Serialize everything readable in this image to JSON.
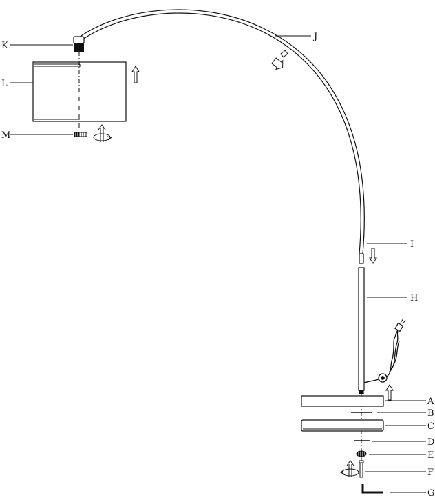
{
  "callouts": {
    "A": "A",
    "B": "B",
    "C": "C",
    "D": "D",
    "E": "E",
    "F": "F",
    "G": "G",
    "H": "H",
    "I": "I",
    "J": "J",
    "K": "K",
    "L": "L",
    "M": "M"
  },
  "icons": {
    "up_arrow": "up-arrow-icon",
    "down_arrow": "down-arrow-icon",
    "rotate": "rotate-arrow-icon"
  },
  "colors": {
    "ink": "#111111",
    "paper": "#ffffff"
  }
}
